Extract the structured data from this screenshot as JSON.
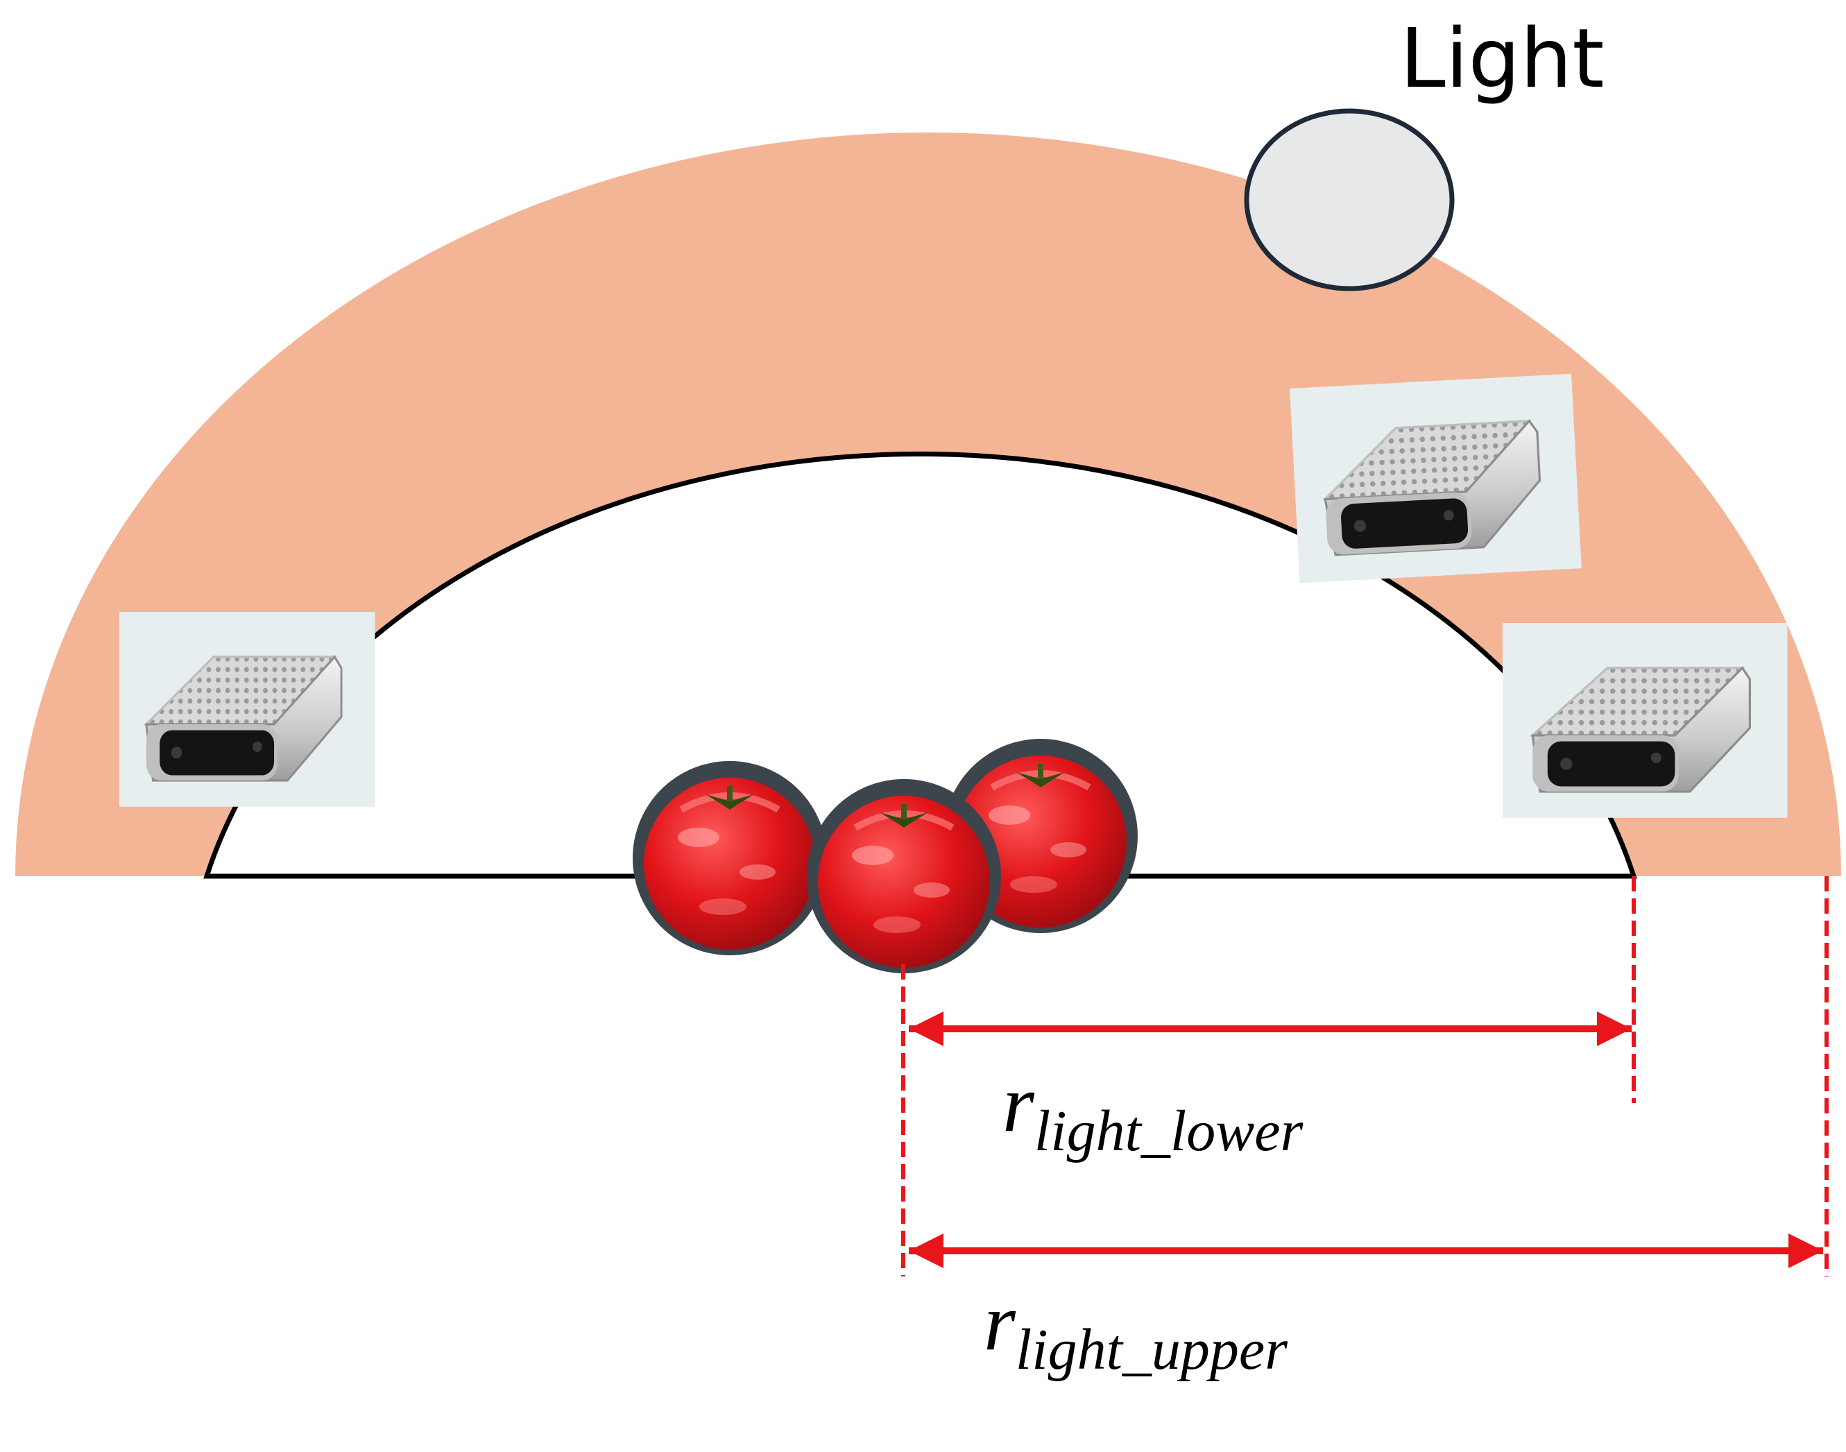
{
  "light": {
    "label": "Light"
  },
  "dimensions": {
    "lower": {
      "main": "r",
      "sub": "light_lower"
    },
    "upper": {
      "main": "r",
      "sub": "light_upper"
    }
  },
  "objects": {
    "cameras": [
      "depth-camera",
      "depth-camera",
      "depth-camera"
    ],
    "tomatoes": [
      "tomato",
      "tomato",
      "tomato"
    ]
  },
  "colors": {
    "outer_band": "#f4b596",
    "light_fill": "#e6e8ea",
    "dimension": "#e8151b",
    "inner_outline": "#000000"
  }
}
